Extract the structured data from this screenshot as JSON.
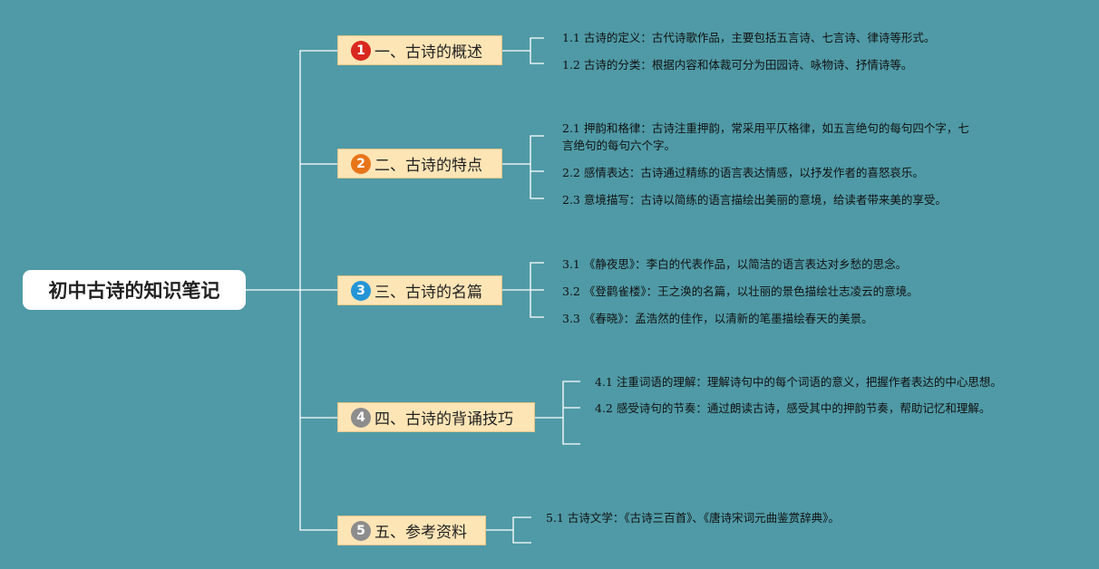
{
  "root": {
    "title": "初中古诗的知识笔记"
  },
  "badge_colors": [
    "#d9281e",
    "#e8751a",
    "#2595d6",
    "#8d8d8d",
    "#8d8d8d"
  ],
  "line_color": "#ffffff",
  "branches": [
    {
      "number": "1",
      "title": "一、古诗的概述",
      "items": [
        "1.1 古诗的定义：古代诗歌作品，主要包括五言诗、七言诗、律诗等形式。",
        "1.2 古诗的分类：根据内容和体裁可分为田园诗、咏物诗、抒情诗等。"
      ]
    },
    {
      "number": "2",
      "title": "二、古诗的特点",
      "items": [
        "2.1 押韵和格律：古诗注重押韵，常采用平仄格律，如五言绝句的每句四个字，七",
        "言绝句的每句六个字。",
        "2.2 感情表达：古诗通过精练的语言表达情感，以抒发作者的喜怒哀乐。",
        "2.3 意境描写：古诗以简练的语言描绘出美丽的意境，给读者带来美的享受。"
      ]
    },
    {
      "number": "3",
      "title": "三、古诗的名篇",
      "items": [
        "3.1 《静夜思》：李白的代表作品，以简洁的语言表达对乡愁的思念。",
        "3.2 《登鹳雀楼》：王之涣的名篇，以壮丽的景色描绘壮志凌云的意境。",
        "3.3 《春晓》：孟浩然的佳作，以清新的笔墨描绘春天的美景。"
      ]
    },
    {
      "number": "4",
      "title": "四、古诗的背诵技巧",
      "items": [
        "4.1 注重词语的理解：理解诗句中的每个词语的意义，把握作者表达的中心思想。",
        "4.2 感受诗句的节奏：通过朗读古诗，感受其中的押韵节奏，帮助记忆和理解。"
      ]
    },
    {
      "number": "5",
      "title": "五、参考资料",
      "items": [
        "5.1 古诗文学：《古诗三百首》、《唐诗宋词元曲鉴赏辞典》。"
      ]
    }
  ]
}
